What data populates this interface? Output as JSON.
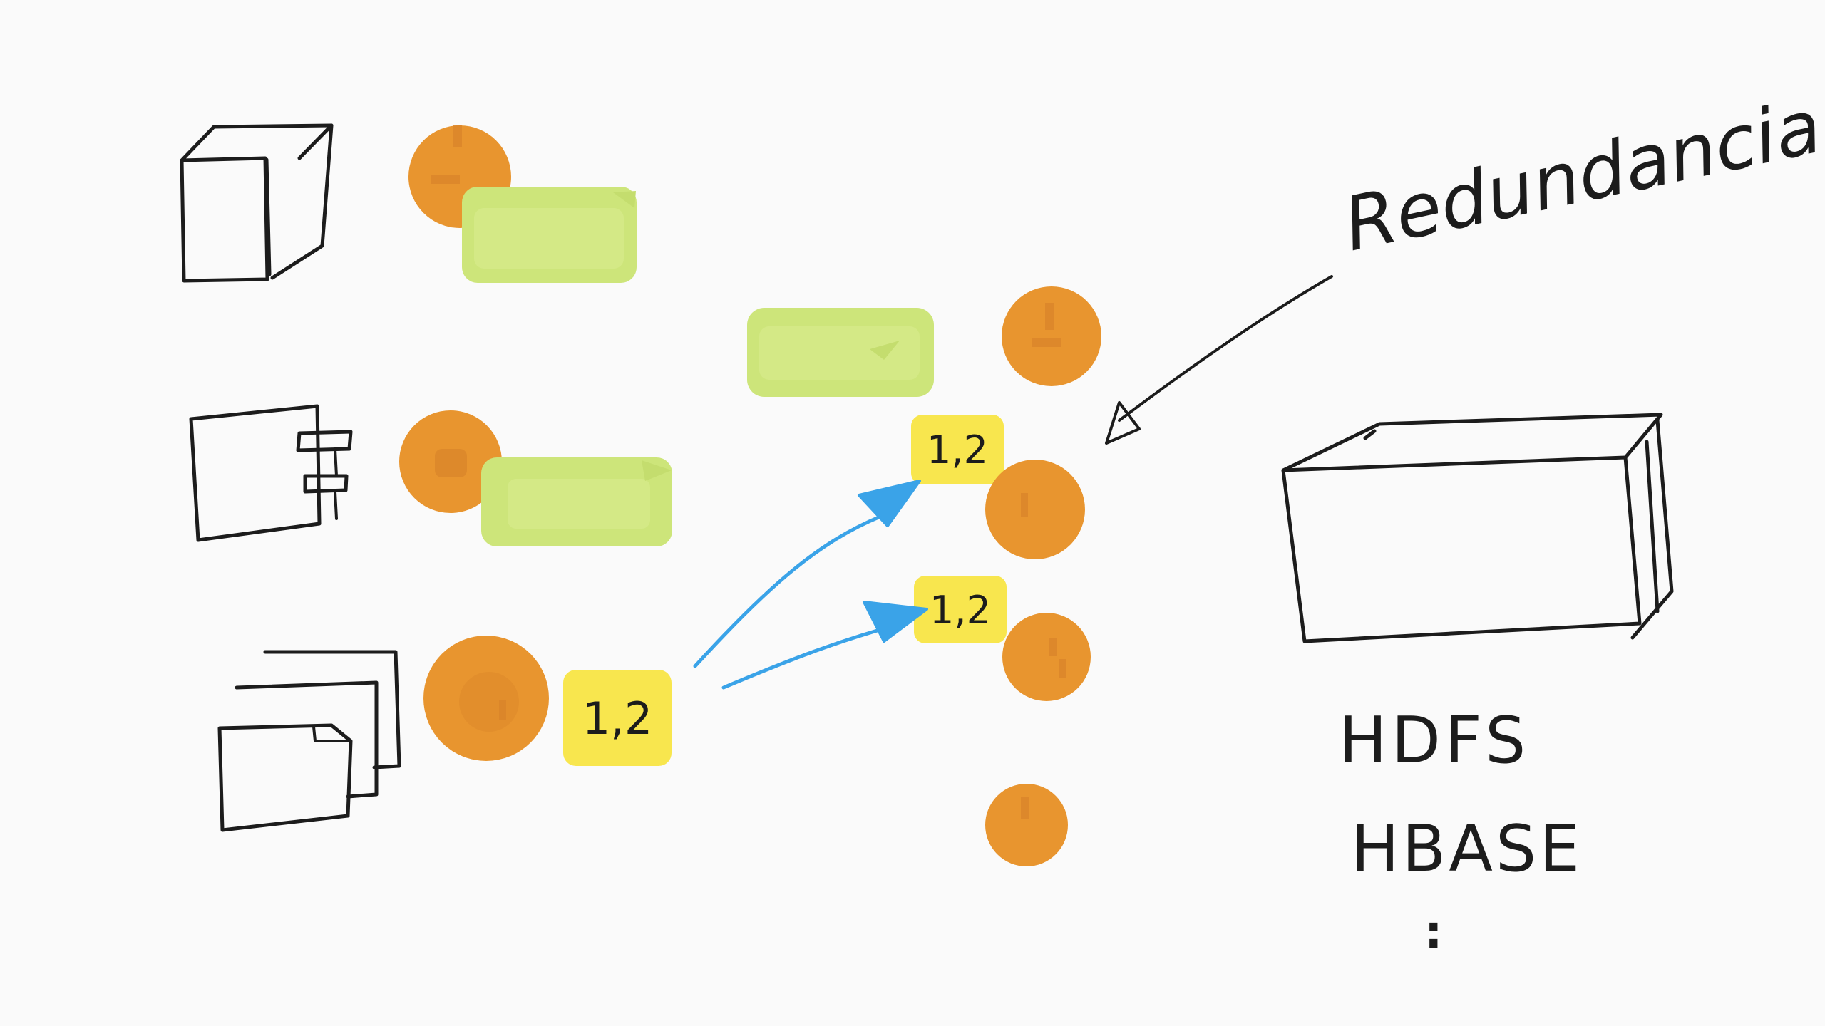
{
  "labels": {
    "redundancy": "Redundancia",
    "storage_1": "HDFS",
    "storage_2": "HBASE",
    "ellipsis": ":"
  },
  "notes": {
    "left": "1,2",
    "mid_top": "1,2",
    "mid_bottom": "1,2"
  },
  "colors": {
    "ink": "#1c1c1c",
    "orange": "#e8952f",
    "green": "#cde57a",
    "yellow": "#f8e64e",
    "blue": "#3aa3e8",
    "background": "#fafafa"
  }
}
